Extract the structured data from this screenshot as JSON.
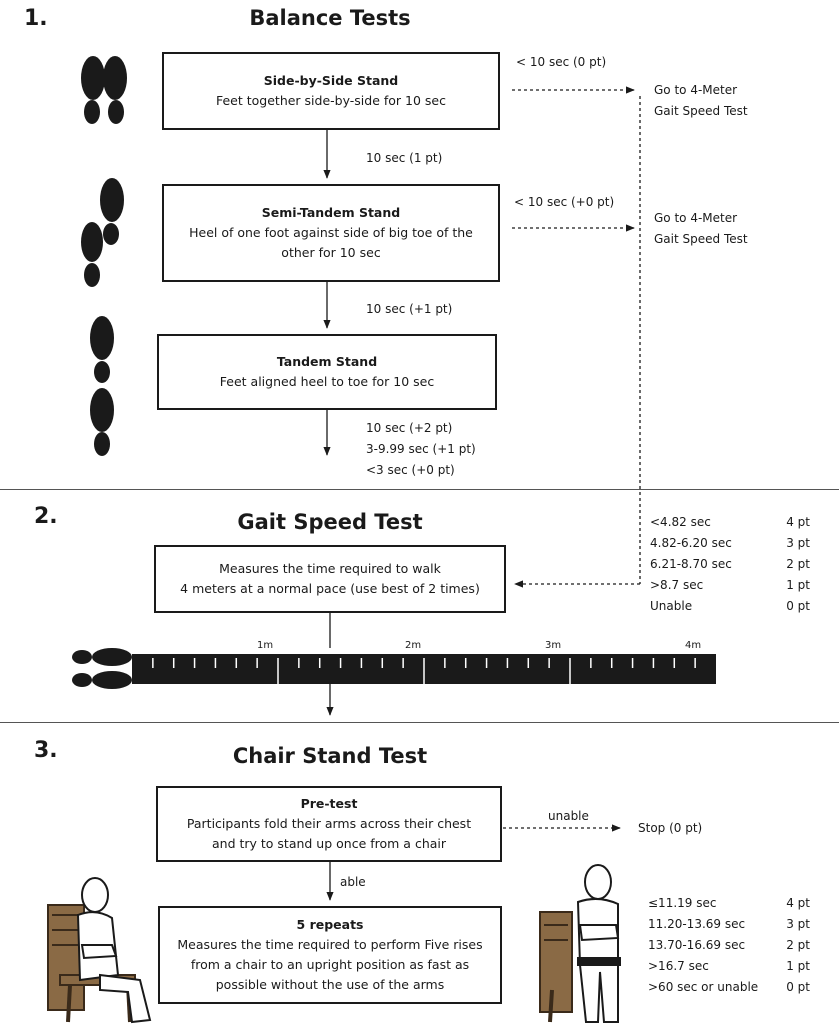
{
  "section1": {
    "number": "1.",
    "title": "Balance Tests",
    "boxes": [
      {
        "title": "Side-by-Side Stand",
        "text": "Feet together side-by-side for 10 sec"
      },
      {
        "title": "Semi-Tandem Stand",
        "text": "Heel of one foot against side of big toe of the other for 10 sec"
      },
      {
        "title": "Tandem Stand",
        "text": "Feet aligned heel to toe for 10 sec"
      }
    ],
    "fail_labels": [
      "< 10 sec (0 pt)",
      "< 10 sec (+0 pt)"
    ],
    "goto_text": [
      "Go to 4-Meter",
      "Gait Speed Test"
    ],
    "pass_labels": [
      "10 sec (1 pt)",
      "10 sec (+1 pt)"
    ],
    "tandem_scores": [
      "10 sec (+2 pt)",
      "3-9.99 sec (+1 pt)",
      "<3 sec (+0 pt)"
    ]
  },
  "section2": {
    "number": "2.",
    "title": "Gait Speed Test",
    "box_text_1": "Measures the time required to walk",
    "box_text_2": "4 meters at a normal pace (use best of 2 times)",
    "meter_labels": [
      "1m",
      "2m",
      "3m",
      "4m"
    ],
    "scores": [
      {
        "range": "<4.82 sec",
        "pts": "4 pt"
      },
      {
        "range": "4.82-6.20 sec",
        "pts": "3 pt"
      },
      {
        "range": "6.21-8.70 sec",
        "pts": "2 pt"
      },
      {
        "range": ">8.7 sec",
        "pts": "1 pt"
      },
      {
        "range": "Unable",
        "pts": "0 pt"
      }
    ]
  },
  "section3": {
    "number": "3.",
    "title": "Chair Stand Test",
    "pretest_title": "Pre-test",
    "pretest_text_1": "Participants fold their arms across their chest",
    "pretest_text_2": "and try to stand up once from a chair",
    "unable_label": "unable",
    "stop_label": "Stop (0 pt)",
    "able_label": "able",
    "repeats_title": "5 repeats",
    "repeats_text": "Measures the time required to perform Five rises from a chair to an upright position as fast as possible without the use of the arms",
    "scores": [
      {
        "range": "≤11.19 sec",
        "pts": "4 pt"
      },
      {
        "range": "11.20-13.69 sec",
        "pts": "3 pt"
      },
      {
        "range": "13.70-16.69 sec",
        "pts": "2 pt"
      },
      {
        "range": ">16.7 sec",
        "pts": "1 pt"
      },
      {
        "range": ">60 sec or unable",
        "pts": "0 pt"
      }
    ]
  }
}
